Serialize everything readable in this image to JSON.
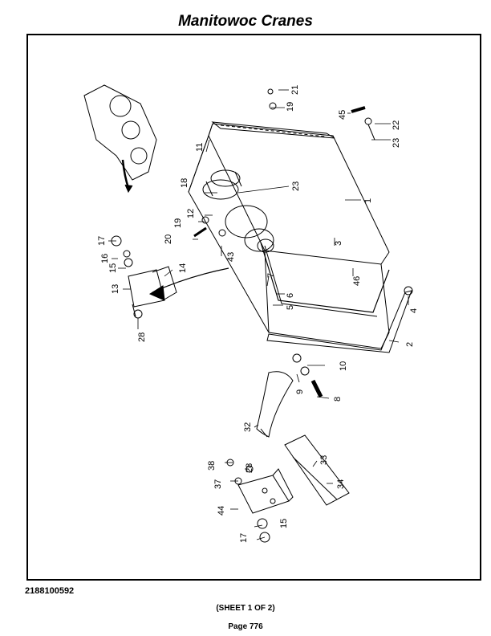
{
  "header": {
    "title": "Manitowoc Cranes"
  },
  "footer": {
    "part_number": "2188100592",
    "sheet": "(SHEET 1 OF 2)",
    "page": "Page 776"
  },
  "diagram": {
    "callouts": [
      "21",
      "19",
      "45",
      "22",
      "23",
      "11",
      "18",
      "23",
      "1",
      "12",
      "19",
      "20",
      "3",
      "17",
      "16",
      "15",
      "14",
      "13",
      "43",
      "7",
      "46",
      "6",
      "5",
      "4",
      "28",
      "2",
      "10",
      "9",
      "8",
      "32",
      "38",
      "28",
      "33",
      "37",
      "34",
      "44",
      "15",
      "17"
    ]
  }
}
